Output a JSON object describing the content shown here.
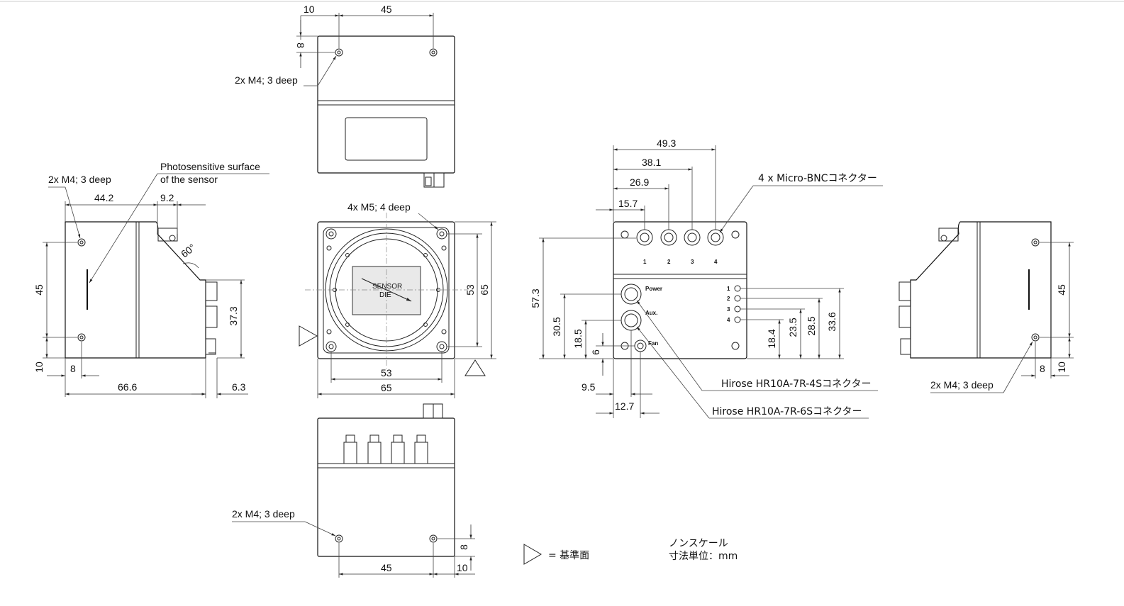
{
  "top_view": {
    "dims": [
      "10",
      "45",
      "8"
    ],
    "label_holes": "2x M4; 3 deep"
  },
  "left_view": {
    "label_holes": "2x M4; 3 deep",
    "label_surface_1": "Photosensitive surface",
    "label_surface_2": "of the sensor",
    "dims": [
      "44.2",
      "9.2",
      "60°",
      "45",
      "37.3",
      "10",
      "8",
      "66.6",
      "6.3"
    ]
  },
  "front_view": {
    "label_holes": "4x M5; 4 deep",
    "sensor_1": "SENSOR",
    "sensor_2": "DIE",
    "dims": [
      "53",
      "65",
      "53",
      "65"
    ]
  },
  "bottom_view": {
    "label_holes": "2x M4; 3 deep",
    "dims": [
      "8",
      "45",
      "10"
    ]
  },
  "rear_view": {
    "dims": [
      "49.3",
      "38.1",
      "26.9",
      "15.7",
      "57.3",
      "30.5",
      "18.5",
      "6",
      "9.5",
      "12.7",
      "18.4",
      "23.5",
      "28.5",
      "33.6"
    ],
    "bnc_label": "4 x Micro-BNCコネクター",
    "bnc_numbers": [
      "1",
      "2",
      "3",
      "4"
    ],
    "power": "Power",
    "aux": "Aux.",
    "fan": "Fan",
    "led_labels": [
      "1",
      "2",
      "3",
      "4"
    ],
    "hirose_4s": "Hirose HR10A-7R-4Sコネクター",
    "hirose_6s": "Hirose HR10A-7R-6Sコネクター"
  },
  "right_view": {
    "label_holes": "2x M4; 3 deep",
    "dims": [
      "45",
      "8",
      "10"
    ]
  },
  "legend": {
    "datum": "= 基準面",
    "nonscale": "ノンスケール",
    "unit": "寸法単位：mm"
  }
}
